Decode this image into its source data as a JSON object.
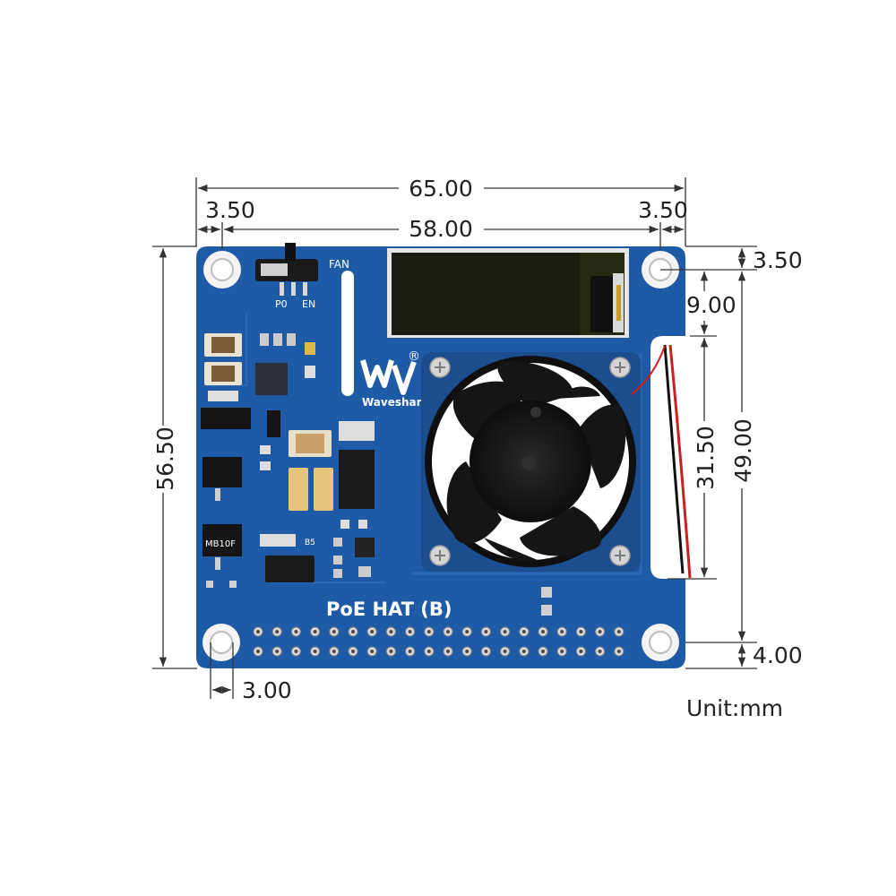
{
  "board": {
    "product_label": "PoE HAT (B)",
    "brand_label": "Waveshare",
    "registered_mark": "®",
    "fan_label": "FAN",
    "p0_label": "P0",
    "en_label": "EN",
    "ic_mark_1": "MB10F",
    "ic_mark_2": "B5"
  },
  "dimensions": {
    "overall_width": "65.00",
    "hole_spacing_width": "58.00",
    "left_hole_offset": "3.50",
    "right_hole_offset": "3.50",
    "top_hole_offset": "3.50",
    "display_height": "9.00",
    "fan_height": "31.50",
    "hole_spacing_height": "49.00",
    "overall_height": "56.50",
    "bottom_hole_offset": "4.00",
    "left_hole_radius_offset": "3.00"
  },
  "unit_label": "Unit:mm",
  "colors": {
    "pcb": "#1f5aa6",
    "pcb_dark": "#174a8c",
    "oled": "#1b1d10",
    "fan": "#141414",
    "dimension_line": "#333333"
  }
}
